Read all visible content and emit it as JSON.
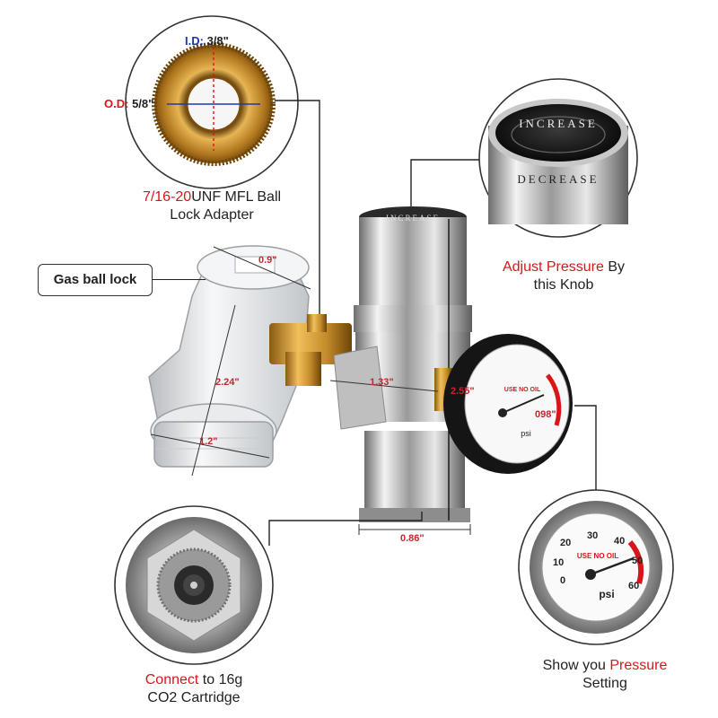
{
  "adapter_spec": {
    "id_label": "I.D:",
    "id_value": "3/8\"",
    "od_label": "O.D:",
    "od_value": "5/8\""
  },
  "captions": {
    "adapter_red": "7/16-20",
    "adapter_rest": "UNF MFL Ball",
    "adapter_line2": "Lock Adapter",
    "adjust_red": "Adjust Pressure",
    "adjust_rest": " By",
    "adjust_line2": "this Knob",
    "connect_red": "Connect",
    "connect_rest": " to 16g",
    "connect_line2": "CO2 Cartridge",
    "show_prefix": "Show you ",
    "show_red": "Pressure",
    "show_line2": "Setting"
  },
  "tag_label": "Gas ball lock",
  "dimensions": {
    "d1": "0.9\"",
    "d2": "2.24\"",
    "d3": "1.2\"",
    "d4": "1.33\"",
    "d5": "2.55\"",
    "d6": "098\"",
    "d7": "0.86\""
  },
  "knob_text": {
    "top": "INCREASE",
    "bottom": "DECREASE"
  },
  "gauge": {
    "ticks": [
      "0",
      "10",
      "20",
      "30",
      "40",
      "50",
      "60"
    ],
    "warning": "USE NO OIL",
    "unit": "psi"
  },
  "colors": {
    "accent_red": "#d8161a",
    "accent_blue": "#1c3aa9"
  }
}
